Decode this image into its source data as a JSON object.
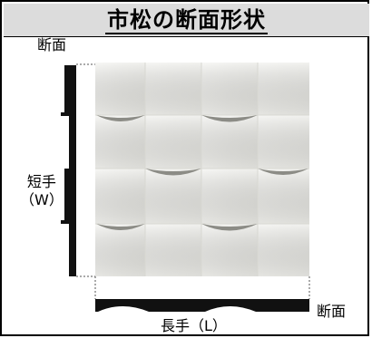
{
  "header": {
    "title": "市松の断面形状"
  },
  "labels": {
    "cross_section_top": "断面",
    "short_side": "短手",
    "short_side_sub": "（W）",
    "cross_section_right": "断面",
    "long_side": "長手（L）"
  },
  "colors": {
    "header_bg": "#dcdcdc",
    "panel_bg": "#eeeeea",
    "profile": "#111111"
  }
}
